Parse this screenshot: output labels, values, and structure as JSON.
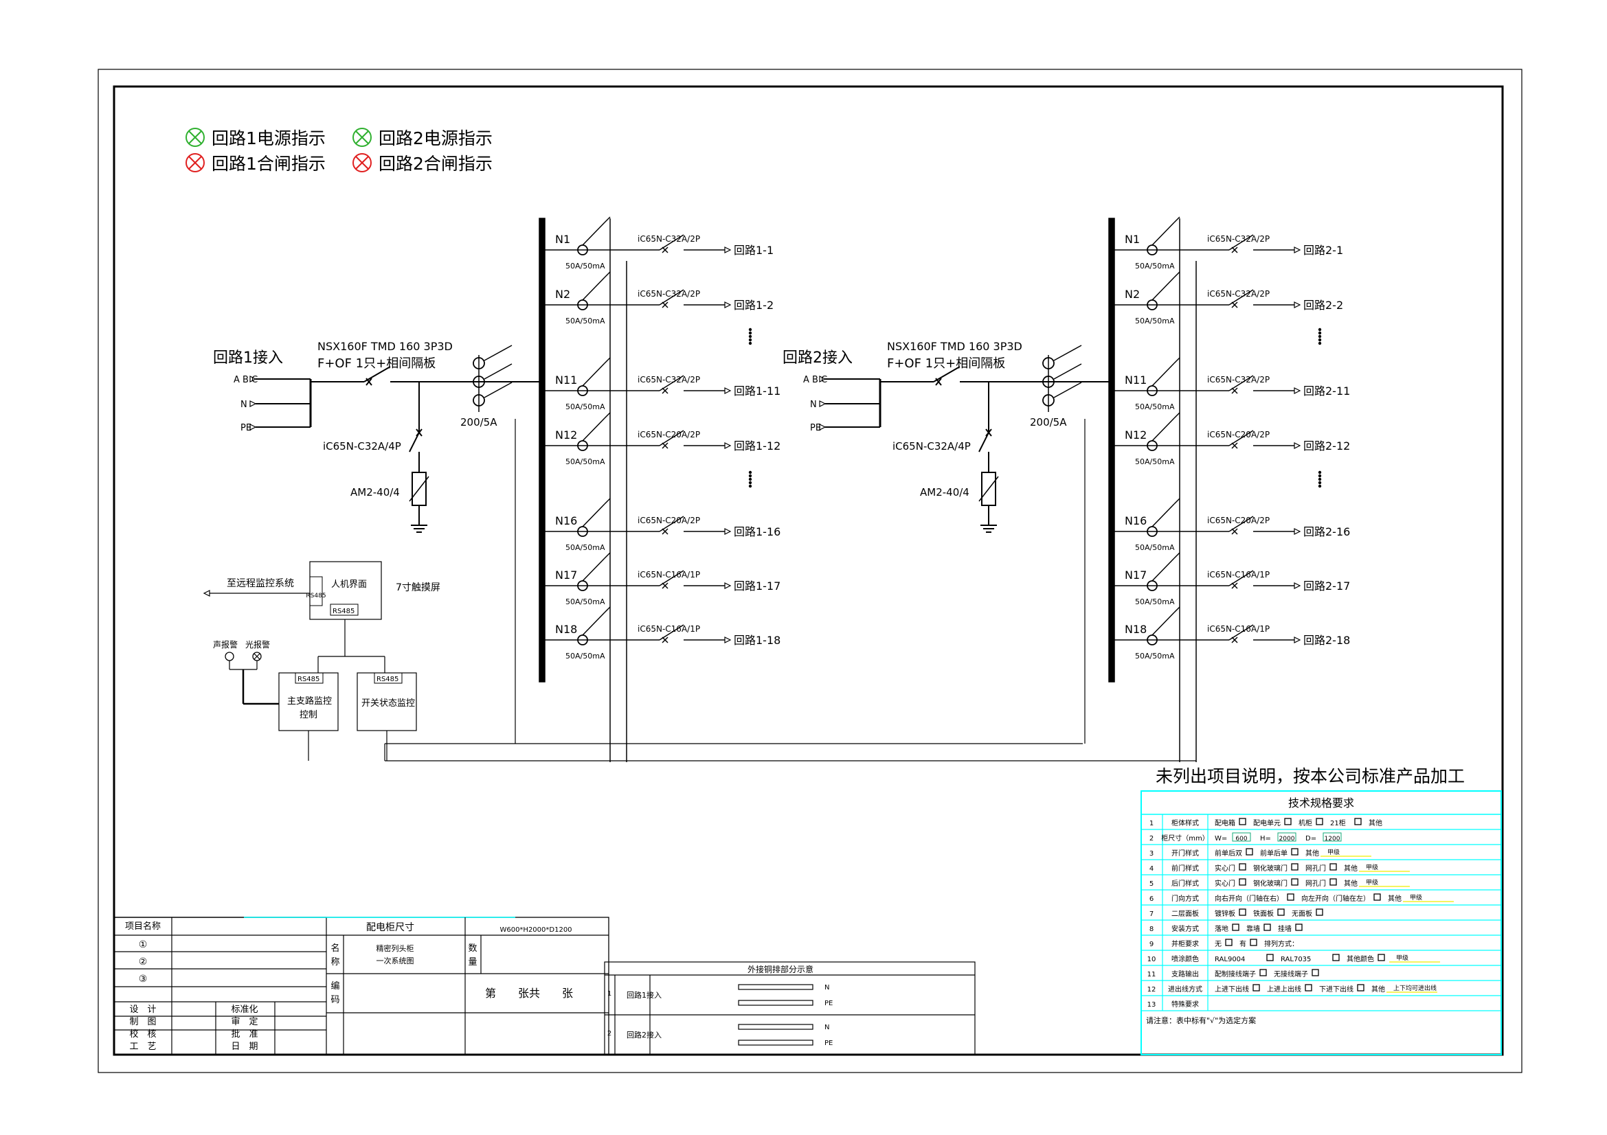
{
  "legend": [
    {
      "label": "回路1电源指示",
      "color": "#2fb02f"
    },
    {
      "label": "回路2电源指示",
      "color": "#2fb02f"
    },
    {
      "label": "回路1合闸指示",
      "color": "#e02020"
    },
    {
      "label": "回路2合闸指示",
      "color": "#e02020"
    }
  ],
  "sections": [
    {
      "incoming_label": "回路1接入",
      "phase_labels": [
        "A B C",
        "N",
        "PE"
      ],
      "main_breaker": [
        "NSX160F TMD 160 3P3D",
        "F+OF 1只+相间隔板"
      ],
      "ct_label": "200/5A",
      "spd_breaker": "iC65N-C32A/4P",
      "spd_label": "AM2-40/4",
      "feeders": [
        {
          "n": "N1",
          "rcd": "50A/50mA",
          "breaker": "iC65N-C32A/2P",
          "out": "回路1-1"
        },
        {
          "n": "N2",
          "rcd": "50A/50mA",
          "breaker": "iC65N-C32A/2P",
          "out": "回路1-2"
        },
        {
          "n": "N11",
          "rcd": "50A/50mA",
          "breaker": "iC65N-C32A/2P",
          "out": "回路1-11"
        },
        {
          "n": "N12",
          "rcd": "50A/50mA",
          "breaker": "iC65N-C20A/2P",
          "out": "回路1-12"
        },
        {
          "n": "N16",
          "rcd": "50A/50mA",
          "breaker": "iC65N-C20A/2P",
          "out": "回路1-16"
        },
        {
          "n": "N17",
          "rcd": "50A/50mA",
          "breaker": "iC65N-C16A/1P",
          "out": "回路1-17"
        },
        {
          "n": "N18",
          "rcd": "50A/50mA",
          "breaker": "iC65N-C16A/1P",
          "out": "回路1-18"
        }
      ]
    },
    {
      "incoming_label": "回路2接入",
      "phase_labels": [
        "A B C",
        "N",
        "PE"
      ],
      "main_breaker": [
        "NSX160F TMD 160 3P3D",
        "F+OF 1只+相间隔板"
      ],
      "ct_label": "200/5A",
      "spd_breaker": "iC65N-C32A/4P",
      "spd_label": "AM2-40/4",
      "feeders": [
        {
          "n": "N1",
          "rcd": "50A/50mA",
          "breaker": "iC65N-C32A/2P",
          "out": "回路2-1"
        },
        {
          "n": "N2",
          "rcd": "50A/50mA",
          "breaker": "iC65N-C32A/2P",
          "out": "回路2-2"
        },
        {
          "n": "N11",
          "rcd": "50A/50mA",
          "breaker": "iC65N-C32A/2P",
          "out": "回路2-11"
        },
        {
          "n": "N12",
          "rcd": "50A/50mA",
          "breaker": "iC65N-C20A/2P",
          "out": "回路2-12"
        },
        {
          "n": "N16",
          "rcd": "50A/50mA",
          "breaker": "iC65N-C20A/2P",
          "out": "回路2-16"
        },
        {
          "n": "N17",
          "rcd": "50A/50mA",
          "breaker": "iC65N-C16A/1P",
          "out": "回路2-17"
        },
        {
          "n": "N18",
          "rcd": "50A/50mA",
          "breaker": "iC65N-C16A/1P",
          "out": "回路2-18"
        }
      ]
    }
  ],
  "monitor": {
    "remote": "至远程监控系统",
    "hmi": "人机界面",
    "rs485": "RS485",
    "screen": "7寸触摸屏",
    "sound_alarm": "声报警",
    "light_alarm": "光报警",
    "main_ctrl": [
      "主支路监控",
      "控制"
    ],
    "switch_ctrl": "开关状态监控"
  },
  "notice": "未列出项目说明，按本公司标准产品加工",
  "spec": {
    "title": "技术规格要求",
    "rows": [
      {
        "no": "1",
        "item": "柜体样式",
        "opts": [
          "配电箱",
          "配电单元",
          "机柜",
          "21柜",
          "其他"
        ]
      },
      {
        "no": "2",
        "item": "柜尺寸（mm）",
        "opts": [
          "W=",
          "600",
          "H=",
          "2000",
          "D=",
          "1200"
        ]
      },
      {
        "no": "3",
        "item": "开门样式",
        "opts": [
          "前单后双",
          "前单后单",
          "其他",
          "甲级"
        ]
      },
      {
        "no": "4",
        "item": "前门样式",
        "opts": [
          "实心门",
          "钢化玻璃门",
          "网孔门",
          "其他",
          "甲级"
        ]
      },
      {
        "no": "5",
        "item": "后门样式",
        "opts": [
          "实心门",
          "钢化玻璃门",
          "网孔门",
          "其他",
          "甲级"
        ]
      },
      {
        "no": "6",
        "item": "门向方式",
        "opts": [
          "向右开向（门轴在右）",
          "向左开向（门轴在左）",
          "其他",
          "甲级"
        ]
      },
      {
        "no": "7",
        "item": "二层面板",
        "opts": [
          "镀锌板",
          "铁面板",
          "无面板"
        ]
      },
      {
        "no": "8",
        "item": "安装方式",
        "opts": [
          "落地",
          "靠墙",
          "挂墙"
        ]
      },
      {
        "no": "9",
        "item": "并柜要求",
        "opts": [
          "无",
          "有",
          "排列方式："
        ]
      },
      {
        "no": "10",
        "item": "喷涂颜色",
        "opts": [
          "RAL9004",
          "RAL7035",
          "其他颜色",
          "甲级"
        ]
      },
      {
        "no": "11",
        "item": "支路输出",
        "opts": [
          "配制接线端子",
          "无接线端子"
        ]
      },
      {
        "no": "12",
        "item": "进出线方式",
        "opts": [
          "上进下出线",
          "上进上出线",
          "下进下出线",
          "其他",
          "上下均可进出线"
        ]
      },
      {
        "no": "13",
        "item": "特殊要求",
        "opts": []
      }
    ],
    "note": "请注意：表中标有\"√\"为选定方案"
  },
  "title_block": {
    "project_name": "项目名称",
    "rev": [
      "①",
      "②",
      "③"
    ],
    "roles": [
      [
        "设　计",
        "标准化"
      ],
      [
        "制　图",
        "审　定"
      ],
      [
        "校　核",
        "批　准"
      ],
      [
        "工　艺",
        "日　期"
      ]
    ],
    "size_label": "配电柜尺寸",
    "size_value": "W600*H2000*D1200",
    "name_label": [
      "名",
      "称"
    ],
    "name_value": [
      "精密列头柜",
      "一次系统图"
    ],
    "qty_label": [
      "数",
      "量"
    ],
    "code_label": [
      "编",
      "码"
    ],
    "sheet": "第　　张共　　张",
    "busbar_title": "外接铜排部分示意",
    "busbar_rows": [
      {
        "no": "1",
        "label": "回路1接入",
        "bars": [
          "N",
          "PE"
        ]
      },
      {
        "no": "2",
        "label": "回路2接入",
        "bars": [
          "N",
          "PE"
        ]
      }
    ]
  }
}
